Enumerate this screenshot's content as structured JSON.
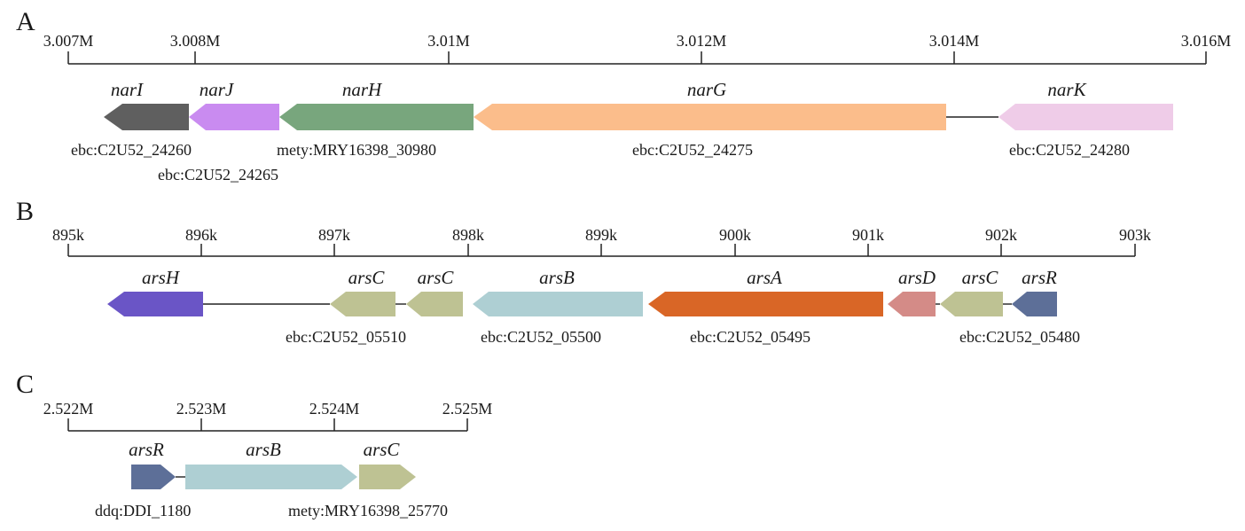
{
  "figure": {
    "panels": [
      {
        "letter": "A",
        "ticks": [
          "3.007M",
          "3.008M",
          "3.01M",
          "3.012M",
          "3.014M",
          "3.016M"
        ],
        "genes": [
          {
            "name": "narI",
            "color": "#5f5f5f",
            "strand": "-"
          },
          {
            "name": "narJ",
            "color": "#c98bf0",
            "strand": "-"
          },
          {
            "name": "narH",
            "color": "#78a67d",
            "strand": "-"
          },
          {
            "name": "narG",
            "color": "#fbbd8b",
            "strand": "-"
          },
          {
            "name": "narK",
            "color": "#efcce8",
            "strand": "-"
          }
        ],
        "locus_labels": [
          "ebc:C2U52_24260",
          "ebc:C2U52_24265",
          "mety:MRY16398_30980",
          "ebc:C2U52_24275",
          "ebc:C2U52_24280"
        ]
      },
      {
        "letter": "B",
        "ticks": [
          "895k",
          "896k",
          "897k",
          "898k",
          "899k",
          "900k",
          "901k",
          "902k",
          "903k"
        ],
        "genes": [
          {
            "name": "arsH",
            "color": "#6a55c6",
            "strand": "-"
          },
          {
            "name": "arsC",
            "color": "#bec293",
            "strand": "-"
          },
          {
            "name": "arsC",
            "color": "#bec293",
            "strand": "-"
          },
          {
            "name": "arsB",
            "color": "#aecfd3",
            "strand": "-"
          },
          {
            "name": "arsA",
            "color": "#d96626",
            "strand": "-"
          },
          {
            "name": "arsD",
            "color": "#d48b87",
            "strand": "-"
          },
          {
            "name": "arsC",
            "color": "#bec293",
            "strand": "-"
          },
          {
            "name": "arsR",
            "color": "#5d6f98",
            "strand": "-"
          }
        ],
        "locus_labels": [
          "ebc:C2U52_05510",
          "ebc:C2U52_05500",
          "ebc:C2U52_05495",
          "ebc:C2U52_05480"
        ]
      },
      {
        "letter": "C",
        "ticks": [
          "2.522M",
          "2.523M",
          "2.524M",
          "2.525M"
        ],
        "genes": [
          {
            "name": "arsR",
            "color": "#5d6f98",
            "strand": "+"
          },
          {
            "name": "arsB",
            "color": "#aecfd3",
            "strand": "+"
          },
          {
            "name": "arsC",
            "color": "#bec293",
            "strand": "+"
          }
        ],
        "locus_labels": [
          "ddq:DDI_1180",
          "mety:MRY16398_25770"
        ]
      }
    ]
  }
}
